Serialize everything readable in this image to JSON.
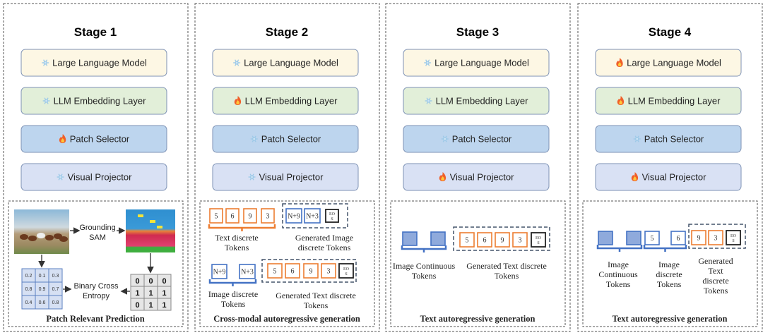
{
  "colors": {
    "llm": "#fdf7e4",
    "embedding": "#e2efd9",
    "patch_selector": "#bdd5ee",
    "visual_projector": "#d9e1f4",
    "module_border": "#7e92b5",
    "text_token": "#ed7d31",
    "image_token": "#4472c4",
    "image_continuous_fill": "#8faadc",
    "eos_token": "#222222",
    "dashed_group": "#44546a"
  },
  "stages": [
    {
      "title": "Stage 1",
      "modules": [
        {
          "label": "Large Language Model",
          "icon": "snowflake-icon"
        },
        {
          "label": "LLM Embedding Layer",
          "icon": "snowflake-icon"
        },
        {
          "label": "Patch Selector",
          "icon": "fire-icon"
        },
        {
          "label": "Visual Projector",
          "icon": "snowflake-icon"
        }
      ],
      "bottom": {
        "grounding_label": [
          "Grounding",
          "SAM"
        ],
        "loss_label": [
          "Binary Cross",
          "Entropy"
        ],
        "pred_grid": [
          [
            "0.2",
            "0.1",
            "0.3"
          ],
          [
            "0.8",
            "0.9",
            "0.7"
          ],
          [
            "0.4",
            "0.6",
            "0.8"
          ]
        ],
        "mask_grid": [
          [
            "0",
            "0",
            "0"
          ],
          [
            "1",
            "1",
            "1"
          ],
          [
            "0",
            "1",
            "1"
          ]
        ]
      },
      "caption": "Patch Relevant Prediction"
    },
    {
      "title": "Stage 2",
      "modules": [
        {
          "label": "Large Language Model",
          "icon": "snowflake-icon"
        },
        {
          "label": "LLM Embedding Layer",
          "icon": "fire-icon"
        },
        {
          "label": "Patch Selector",
          "icon": "snowflake-icon"
        },
        {
          "label": "Visual Projector",
          "icon": "snowflake-icon"
        }
      ],
      "bottom": {
        "text_tokens": [
          "5",
          "6",
          "9",
          "3"
        ],
        "generated_image_tokens": [
          "N+9",
          "N+3"
        ],
        "image_tokens": [
          "N+9",
          "N+3"
        ],
        "generated_text_tokens": [
          "5",
          "6",
          "9",
          "3"
        ],
        "eos": [
          "EO",
          "S"
        ],
        "text_tokens_label": [
          "Text discrete",
          "Tokens"
        ],
        "generated_image_label": [
          "Generated Image",
          "discrete Tokens"
        ],
        "image_tokens_label": [
          "Image discrete",
          "Tokens"
        ],
        "generated_text_label": [
          "Generated Text discrete",
          "Tokens"
        ]
      },
      "caption": "Cross-modal autoregressive generation"
    },
    {
      "title": "Stage 3",
      "modules": [
        {
          "label": "Large Language Model",
          "icon": "snowflake-icon"
        },
        {
          "label": "LLM Embedding Layer",
          "icon": "snowflake-icon"
        },
        {
          "label": "Patch Selector",
          "icon": "snowflake-icon"
        },
        {
          "label": "Visual Projector",
          "icon": "fire-icon"
        }
      ],
      "bottom": {
        "generated_text_tokens": [
          "5",
          "6",
          "9",
          "3"
        ],
        "eos": [
          "EO",
          "S"
        ],
        "image_continuous_label": [
          "Image Continuous",
          "Tokens"
        ],
        "generated_text_label": [
          "Generated Text discrete",
          "Tokens"
        ]
      },
      "caption": "Text autoregressive generation"
    },
    {
      "title": "Stage 4",
      "modules": [
        {
          "label": "Large Language Model",
          "icon": "fire-icon"
        },
        {
          "label": "LLM Embedding Layer",
          "icon": "fire-icon"
        },
        {
          "label": "Patch Selector",
          "icon": "snowflake-icon"
        },
        {
          "label": "Visual Projector",
          "icon": "fire-icon"
        }
      ],
      "bottom": {
        "image_tokens": [
          "5",
          "6"
        ],
        "generated_text_tokens": [
          "9",
          "3"
        ],
        "eos": [
          "EO",
          "S"
        ],
        "image_continuous_label": [
          "Image",
          "Continuous",
          "Tokens"
        ],
        "image_tokens_label": [
          "Image",
          "discrete",
          "Tokens"
        ],
        "generated_text_label": [
          "Generated",
          "Text",
          "discrete",
          "Tokens"
        ]
      },
      "caption": "Text autoregressive generation"
    }
  ]
}
